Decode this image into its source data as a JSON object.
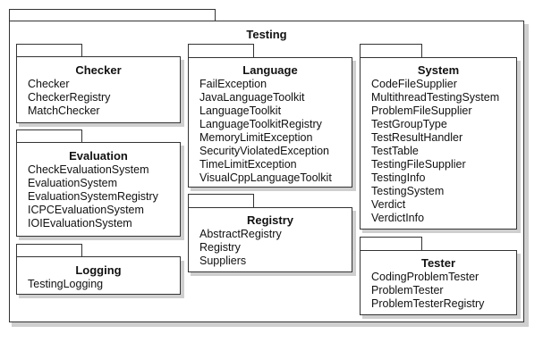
{
  "outer": {
    "title": "Testing"
  },
  "packages": [
    {
      "key": "checker",
      "title": "Checker",
      "items": [
        "Checker",
        "CheckerRegistry",
        "MatchChecker"
      ]
    },
    {
      "key": "evaluation",
      "title": "Evaluation",
      "items": [
        "CheckEvaluationSystem",
        "EvaluationSystem",
        "EvaluationSystemRegistry",
        "ICPCEvaluationSystem",
        "IOIEvaluationSystem"
      ]
    },
    {
      "key": "logging",
      "title": "Logging",
      "items": [
        "TestingLogging"
      ]
    },
    {
      "key": "language",
      "title": "Language",
      "items": [
        "FailException",
        "JavaLanguageToolkit",
        "LanguageToolkit",
        "LanguageToolkitRegistry",
        "MemoryLimitException",
        "SecurityViolatedException",
        "TimeLimitException",
        "VisualCppLanguageToolkit"
      ]
    },
    {
      "key": "registry",
      "title": "Registry",
      "items": [
        "AbstractRegistry",
        "Registry",
        "Suppliers"
      ]
    },
    {
      "key": "system",
      "title": "System",
      "items": [
        "CodeFileSupplier",
        "MultithreadTestingSystem",
        "ProblemFileSupplier",
        "TestGroupType",
        "TestResultHandler",
        "TestTable",
        "TestingFileSupplier",
        "TestingInfo",
        "TestingSystem",
        "Verdict",
        "VerdictInfo"
      ]
    },
    {
      "key": "tester",
      "title": "Tester",
      "items": [
        "CodingProblemTester",
        "ProblemTester",
        "ProblemTesterRegistry"
      ]
    }
  ]
}
